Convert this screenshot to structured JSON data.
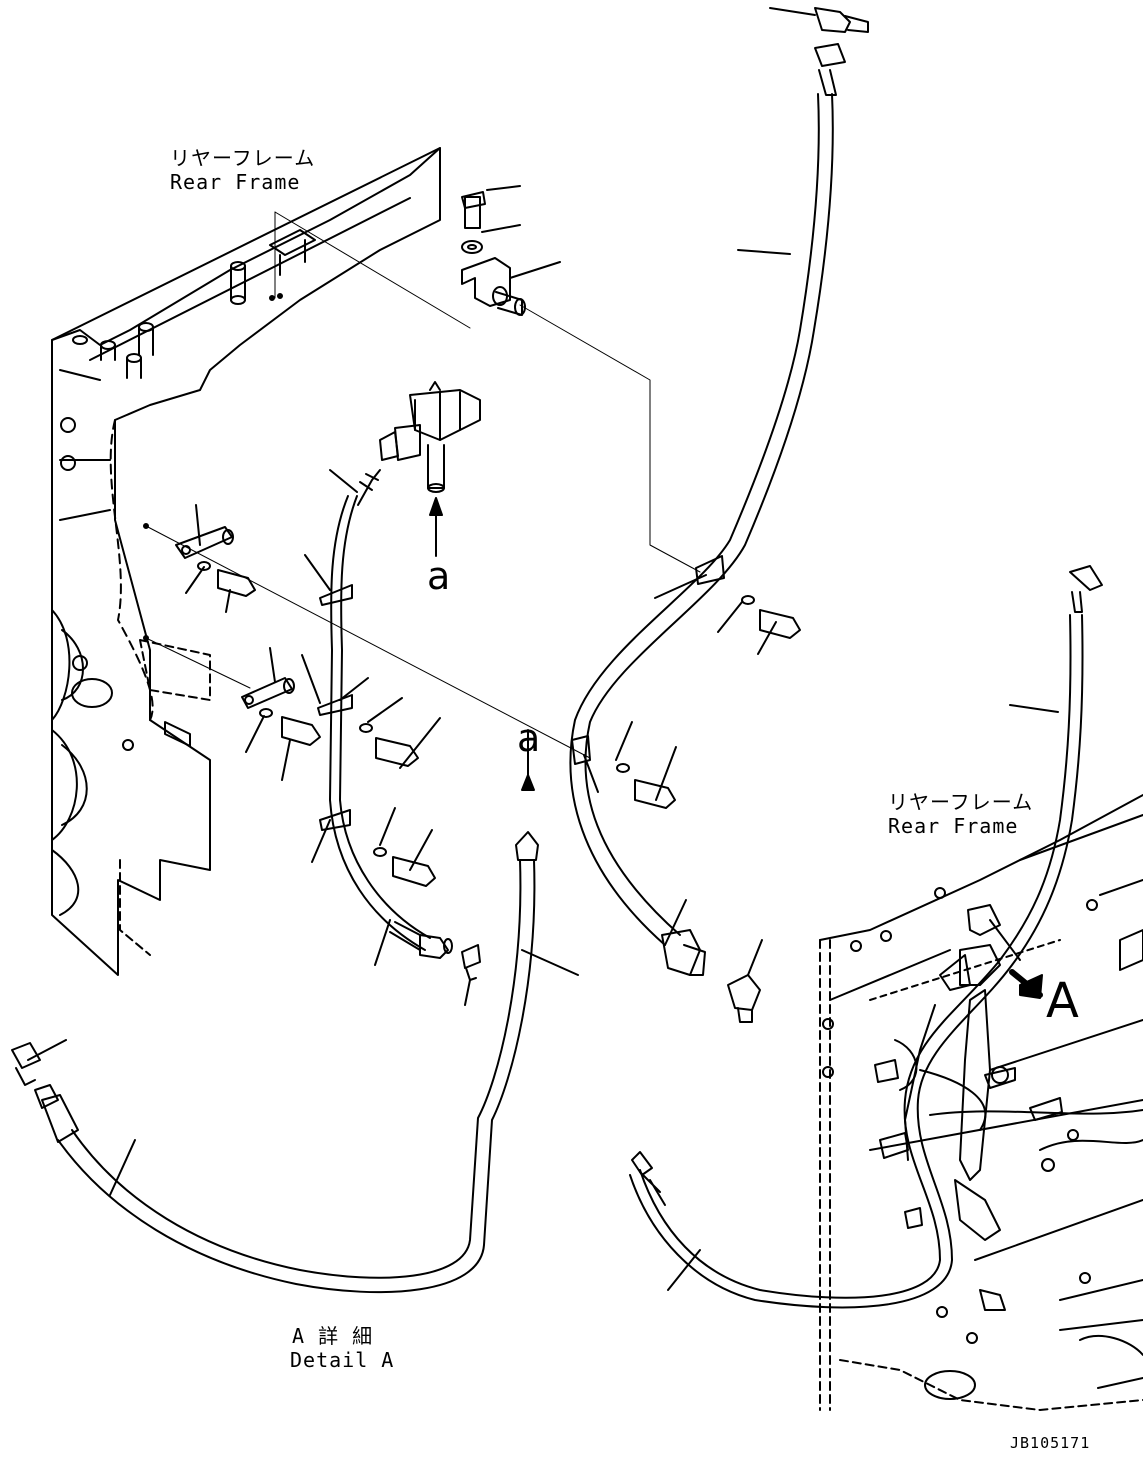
{
  "labels": {
    "rear_frame_top_jp": "リヤーフレーム",
    "rear_frame_top_en": "Rear Frame",
    "rear_frame_right_jp": "リヤーフレーム",
    "rear_frame_right_en": "Rear Frame",
    "detail_a_jp": "A 詳 細",
    "detail_a_en": "Detail A",
    "ref_a_upper": "a",
    "ref_a_lower": "a",
    "view_arrow": "A",
    "drawing_number": "JB105171"
  },
  "colors": {
    "line": "#000000",
    "background": "#ffffff"
  }
}
